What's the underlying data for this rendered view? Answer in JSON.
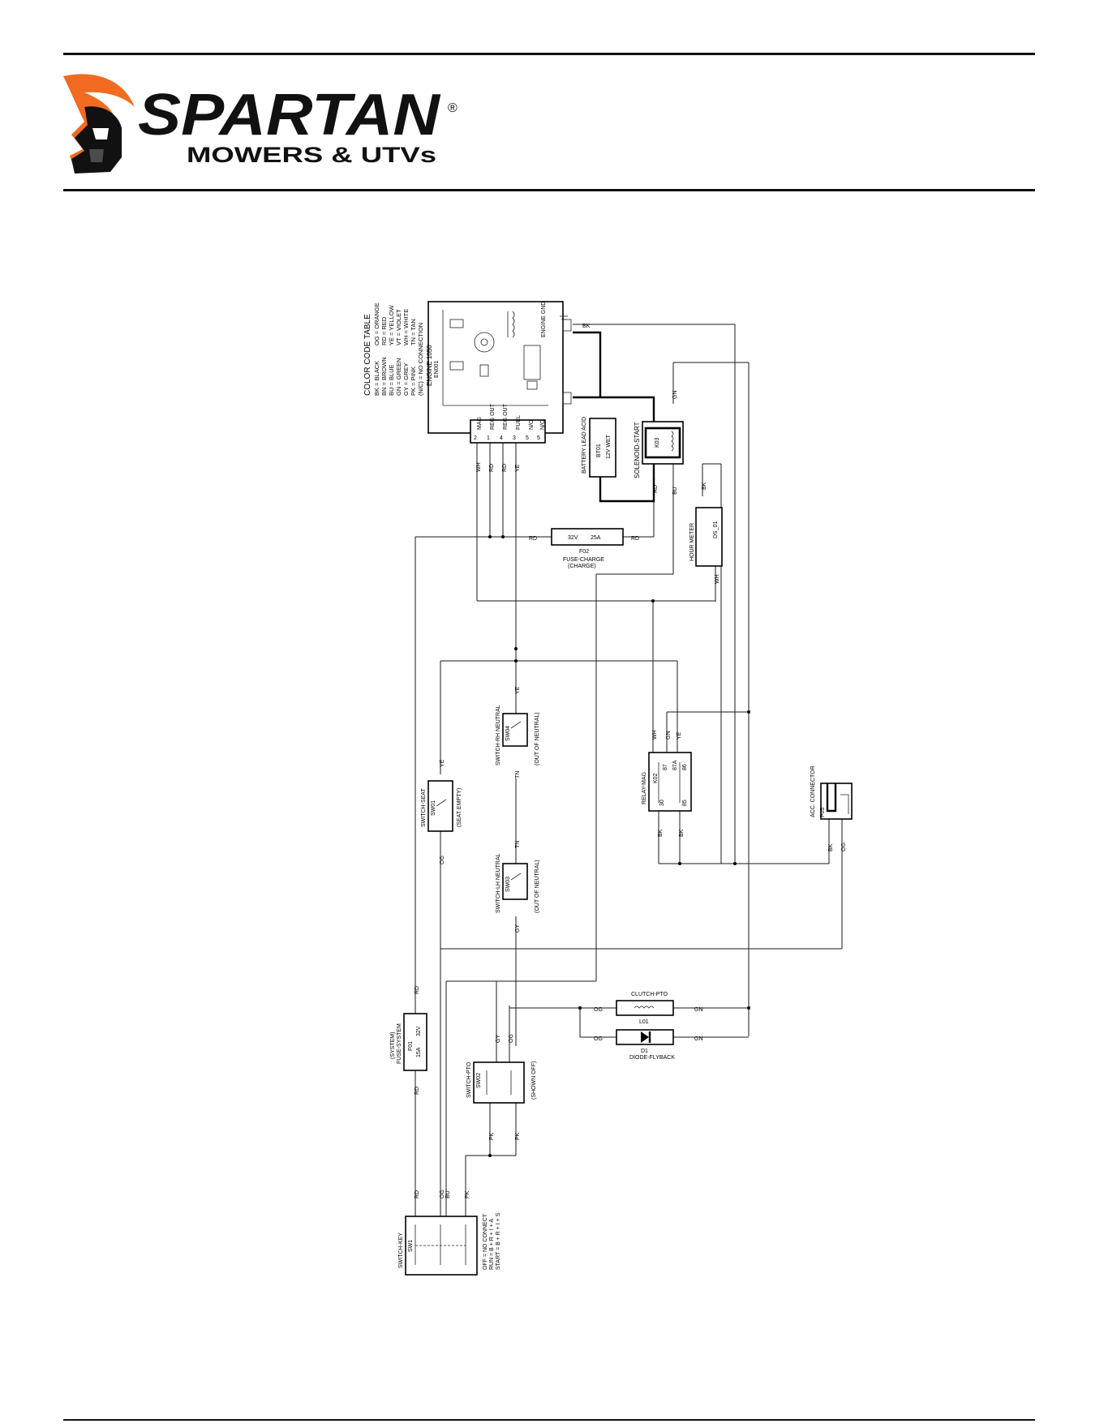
{
  "brand": {
    "name": "SPARTAN",
    "registered": "®",
    "tagline": "MOWERS & UTVs",
    "accent_color": "#f26b21",
    "ink_color": "#111111"
  },
  "legend": {
    "title": "COLOR CODE TABLE",
    "col1": [
      "BK = BLACK",
      "BN = BROWN",
      "BU = BLUE",
      "GN = GREEN",
      "GY = GREY",
      "PK = PINK",
      "(N/C) = NO CONNECTION"
    ],
    "col2": [
      "OG = ORANGE",
      "RD = RED",
      "YE = YELLOW",
      "VT = VIOLET",
      "WH = WHITE",
      "TN = TAN"
    ]
  },
  "engine": {
    "title": "ENGINE 1050",
    "ref": "EN001",
    "gnd": "ENGINE GND",
    "pins": [
      {
        "num": "2",
        "name": "MAG"
      },
      {
        "num": "1",
        "name": "REG OUT"
      },
      {
        "num": "4",
        "name": "REG OUT"
      },
      {
        "num": "3",
        "name": "FUEL"
      },
      {
        "num": "5",
        "name": "N/C"
      },
      {
        "num": "5",
        "name": "N/C"
      }
    ]
  },
  "components": {
    "battery": {
      "name": "BATTERY LEAD ACID",
      "ref": "BT01",
      "rating": "12V WET"
    },
    "solenoid": {
      "name": "SOLENOID-START",
      "ref": "K03"
    },
    "fuse_charge": {
      "name": "FUSE-CHARGE",
      "sub": "(CHARGE)",
      "ref": "F02",
      "amps": "25A",
      "volts": "32V"
    },
    "hour_meter": {
      "name": "HOUR METER",
      "ref": "DS_01"
    },
    "sw_rh": {
      "name": "SWITCH-RH NEUTRAL",
      "ref": "SW04",
      "state": "(OUT OF NEUTRAL)"
    },
    "sw_lh": {
      "name": "SWITCH-LH NEUTRAL",
      "ref": "SW03",
      "state": "(OUT OF NEUTRAL)"
    },
    "sw_seat": {
      "name": "SWITCH-SEAT",
      "ref": "SW01",
      "state": "(SEAT EMPTY)"
    },
    "relay": {
      "name": "RELAY-MAG",
      "ref": "K02",
      "pins": [
        "30",
        "87",
        "87A",
        "85",
        "86"
      ]
    },
    "acc": {
      "name": "ACC. CONNECTOR",
      "ref": "P05"
    },
    "clutch": {
      "name": "CLUTCH-PTO",
      "ref": "L01"
    },
    "diode": {
      "name": "DIODE-FLYBACK",
      "ref": "D1"
    },
    "fuse_system": {
      "name": "FUSE-SYSTEM",
      "sub": "(SYSTEM)",
      "ref": "F01",
      "amps": "15A",
      "volts": "32V"
    },
    "sw_pto": {
      "name": "SWITCH-PTO",
      "ref": "SW02",
      "state": "(SHOWN OFF)"
    },
    "sw_key": {
      "name": "SWITCH-KEY",
      "ref": "SW1",
      "states": [
        "OFF = NO CONNECT",
        "RUN = B + R + I + A",
        "START = B + R + I + S"
      ]
    }
  },
  "wire_labels": {
    "wh": "WH",
    "rd": "RD",
    "ye": "YE",
    "bk": "BK",
    "bu": "BU",
    "gn": "GN",
    "tn": "TN",
    "og": "OG",
    "gy": "GY",
    "pk": "PK"
  }
}
